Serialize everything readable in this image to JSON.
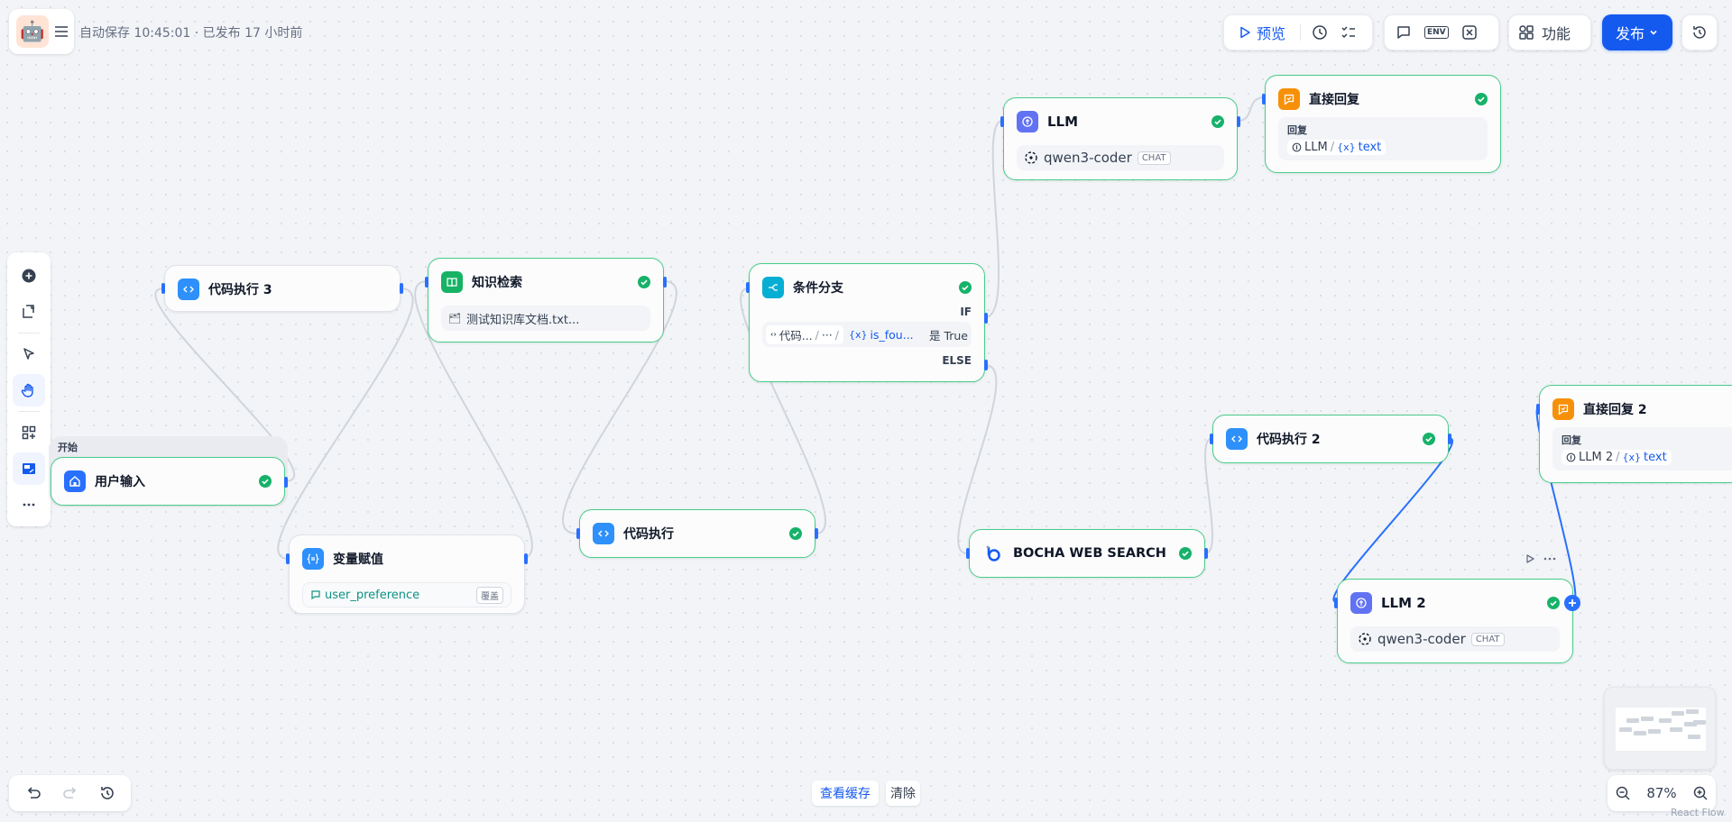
{
  "header": {
    "autosave_text": "自动保存 10:45:01 · 已发布 17 小时前",
    "app_icon": "robot-avatar-icon",
    "menu_icon": "hamburger-menu-icon"
  },
  "toolbar": {
    "preview_label": "预览",
    "features_label": "功能",
    "publish_label": "发布",
    "env_label": "ENV"
  },
  "nodes": {
    "start": {
      "group_label": "开始",
      "title": "用户输入"
    },
    "code3": {
      "title": "代码执行 3"
    },
    "knowledge": {
      "title": "知识检索",
      "dataset": "测试知识库文档.txt..."
    },
    "assign": {
      "title": "变量赋值",
      "variable": "user_preference",
      "mode": "覆盖"
    },
    "code": {
      "title": "代码执行"
    },
    "condition": {
      "title": "条件分支",
      "if_label": "IF",
      "else_label": "ELSE",
      "cond_source": "代码...",
      "cond_sep": "···",
      "cond_var": "is_fou...",
      "cond_op": "是 True"
    },
    "llm": {
      "title": "LLM",
      "model": "qwen3-coder",
      "model_tag": "CHAT"
    },
    "reply": {
      "title": "直接回复",
      "label": "回复",
      "ref_node": "LLM",
      "ref_var": "text"
    },
    "bocha": {
      "title": "BOCHA WEB SEARCH"
    },
    "code2": {
      "title": "代码执行 2"
    },
    "reply2": {
      "title": "直接回复 2",
      "label": "回复",
      "ref_node": "LLM 2",
      "ref_var": "text"
    },
    "llm2": {
      "title": "LLM 2",
      "model": "qwen3-coder",
      "model_tag": "CHAT"
    }
  },
  "bottom": {
    "view_cache_label": "查看缓存",
    "clear_label": "清除",
    "zoom_level": "87%",
    "attribution": "React Flow"
  },
  "colors": {
    "accent": "#155aef",
    "success": "#17b26a",
    "node_border_ok": "#47cd89",
    "edge_default": "#d0d5dd",
    "edge_active": "#2970ff"
  }
}
